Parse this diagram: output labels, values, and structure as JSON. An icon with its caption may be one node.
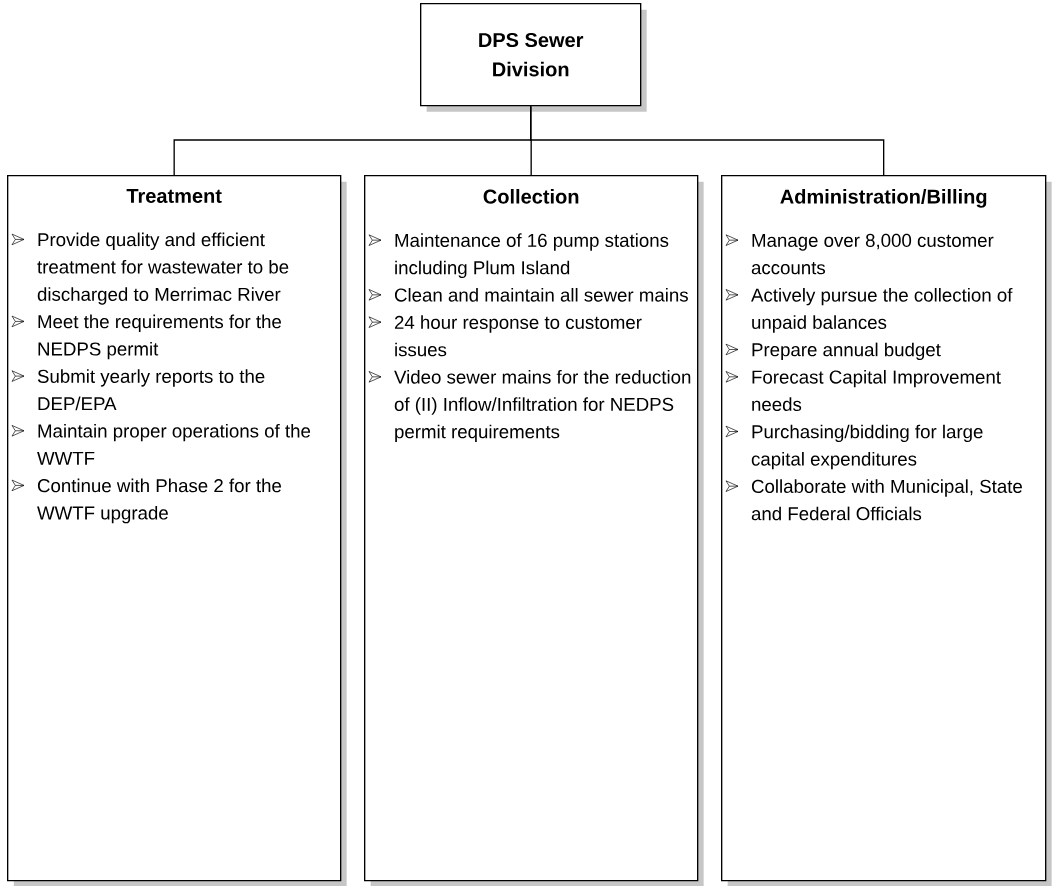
{
  "diagram": {
    "nodes": [
      {
        "text": [
          "DPS Sewer Division"
        ]
      },
      {
        "text": [
          "Treatment",
          "Provide quality and efficient treatment for wastewater to be discharged to Merrimac River",
          "Meet the requirements for the NEDPS permit",
          "Submit yearly reports to the DEP/EPA",
          "Maintain proper operations of the WWTF",
          "Continue with Phase 2 for the WWTF upgrade"
        ]
      },
      {
        "text": [
          "Collection",
          "Maintenance of 16 pump stations including Plum Island",
          "Clean and maintain all sewer mains",
          "24 hour response to customer issues",
          "Video sewer mains for the reduction of (II) Inflow/Infiltration for NEDPS permit requirements"
        ]
      },
      {
        "text": [
          "Administration/Billing",
          "Manage over 8,000 customer accounts",
          "Actively pursue the collection of unpaid balances",
          "Prepare annual budget",
          "Forecast Capital Improvement needs",
          "Purchasing/bidding for large capital expenditures",
          "Collaborate with Municipal, State and Federal Officials"
        ]
      }
    ],
    "edges": [
      {
        "from": 0,
        "to": 1,
        "arrow": "none"
      },
      {
        "from": 0,
        "to": 2,
        "arrow": "none"
      },
      {
        "from": 0,
        "to": 3,
        "arrow": "none"
      }
    ]
  }
}
